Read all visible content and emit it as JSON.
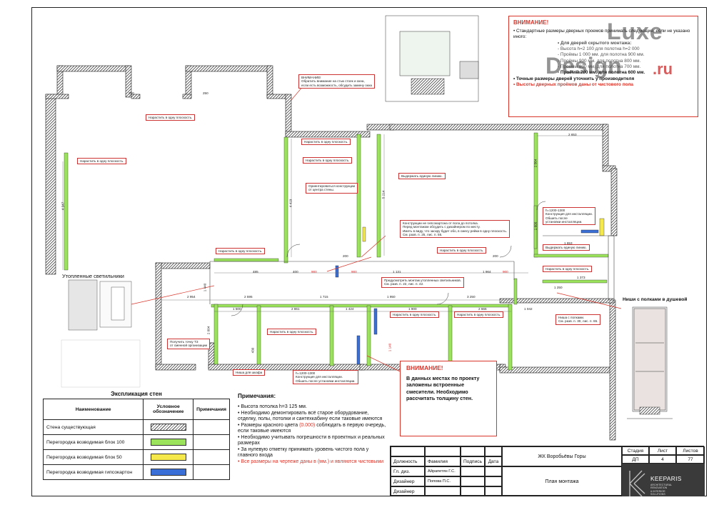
{
  "top_warning": {
    "title": "ВНИМАНИЕ!",
    "items": [
      {
        "text": "• Стандартные размеры дверных проемов принимать следующие, если не указано иного:",
        "style": ""
      },
      {
        "text": "• Для дверей скрытого монтажа:",
        "style": "sub"
      },
      {
        "text": "- Высота h=2 100 для полотна h=2 000",
        "style": "sub"
      },
      {
        "text": "- Проёмы 1 000 мм. для полотна 900 мм.",
        "style": "sub"
      },
      {
        "text": "- Проёмы 900 мм. для полотна 800 мм.",
        "style": "sub"
      },
      {
        "text": "- Проёмы 800 мм. для полотна 700 мм.",
        "style": "sub"
      },
      {
        "text": "- Проёмы 700 мм. для полотна 600 мм.",
        "style": "sub b"
      },
      {
        "text": "• Точные размеры дверей уточнить у производителя",
        "style": "b"
      },
      {
        "text": "• Высоты дверных проёмов даны от чистового пола",
        "style": "red b"
      }
    ]
  },
  "watermark": {
    "line1": "Luxe",
    "line2": "Design",
    "line3": ".ru"
  },
  "mid_warning": {
    "title": "ВНИМАНИЕ!",
    "body": "В данных местах по проекту заложены встроенные смесители. Необходимо рассчитать толщину стен."
  },
  "insets": {
    "lights_title": "Утопленные светильники",
    "niche_title": "Ниши с полками в душевой"
  },
  "plan_notes": [
    {
      "text": "ВНИМАНИЕ!\nОбратить внимание на стык стоек и окна,\nесли есть возможность, обсудить замену окна",
      "key": "n1"
    },
    {
      "text": "Нарастить в одну плоскость.",
      "key": "n2"
    },
    {
      "text": "Нарастить в одну плоскость.",
      "key": "n3"
    },
    {
      "text": "Нарастить в одну плоскость.",
      "key": "n4"
    },
    {
      "text": "Нарастить в одну плоскость.",
      "key": "n5"
    },
    {
      "text": "Выдержать единую линию.",
      "key": "n6"
    },
    {
      "text": "Ориентироваться конструкции\nот центра стены.",
      "key": "n7"
    },
    {
      "text": "Конструкции не гипсокартона от пола до потолка.\nПеред монтажом обсудить с дизайнером по месту.\nИметь в виду, что заскру будет обо, в смесу рейки в одну плоскость.\nСм. разв. п. 25, лис. п. 55.",
      "key": "n8"
    },
    {
      "text": "Нарастить в одну плоскость.",
      "key": "n9"
    },
    {
      "text": "Нарастить в одну плоскость.",
      "key": "n10"
    },
    {
      "text": "Предусмотреть монтаж утопленных светильников.\nСм. разв. п. 22, лис. п. 42.",
      "key": "n11"
    },
    {
      "text": "h=1200-1300\nКонструкция для инсталляции.\nОбшить после\nустановки инсталляции.",
      "key": "n12"
    },
    {
      "text": "Выдержать единую линию.",
      "key": "n13"
    },
    {
      "text": "Нарастить в одну плоскость.",
      "key": "n14"
    },
    {
      "text": "Нарастить в одну плоскость.",
      "key": "n15"
    },
    {
      "text": "Нарастить в одну плоскость.",
      "key": "n16"
    },
    {
      "text": "Нарастить в одну плоскость.",
      "key": "n17"
    },
    {
      "text": "Ниша с полками.\nСм. разв. п. 30, лис. п. 65.",
      "key": "n18"
    },
    {
      "text": "Получить точку ТЗ\nот сменной организации",
      "key": "n19"
    },
    {
      "text": "Ниша для шкафа",
      "key": "n20"
    },
    {
      "text": "h=1200-1300\nКонструкция для инсталляции.\nОбшить после установки инсталляции.",
      "key": "n21"
    }
  ],
  "dimensions": {
    "d250a": "250",
    "d250b": "250",
    "d4347": "4 347",
    "d4419": "4 419",
    "d5214": "5 214",
    "d2653": "2 653",
    "d2564": "2 564",
    "d1600": "1 600",
    "d2954": "2 954",
    "d2595": "2 595",
    "d1715": "1 715",
    "d1950": "1 950",
    "d3250": "3 250",
    "d1500": "1 500",
    "d2861": "2 861",
    "d1424": "1 424",
    "d1900": "1 900",
    "d2666": "2 666",
    "d1042": "1 042",
    "d485": "485",
    "d400": "400",
    "d900a": "900",
    "d900b": "900",
    "d900c": "900",
    "d1131": "1 131",
    "d1964": "1 964",
    "d200a": "200",
    "d200b": "200",
    "d1653": "1 653",
    "d1373": "1 373",
    "d1250": "1 250",
    "d1440": "1 440",
    "d2004": "2 004",
    "d430": "430",
    "d1140": "1 140"
  },
  "legend": {
    "title": "Экспликация стен",
    "headers": [
      "Наименование",
      "Условное обозначение",
      "Примечания"
    ],
    "rows": [
      {
        "name": "Стена существующая",
        "swatch": "hatch"
      },
      {
        "name": "Перегородка возводимая блок 100",
        "swatch": "green"
      },
      {
        "name": "Перегородка возводимая блок 50",
        "swatch": "yellow"
      },
      {
        "name": "Перегородка возводимая гипсокартон",
        "swatch": "blue"
      }
    ]
  },
  "notes": {
    "title": "Примечания:",
    "items": [
      {
        "text": "• Высота потолка h=3 125 мм."
      },
      {
        "text": "• Необходимо демонтировать всё старое оборудование, отделку, полы, потолки и сантехкабину если таковые имеются"
      },
      {
        "text_pre": "• Размеры красного цвета ",
        "text_red": "(0.000)",
        "text_post": " соблюдать в первую очередь, если таковые имеются"
      },
      {
        "text": "• Необходимо учитывать погрешности в проектных и реальных размерах"
      },
      {
        "text": "• За нулевую отметку принимать уровень чистого пола у главного входа"
      },
      {
        "text_red": "• Все размеры на чертеже даны в (мм.) и являются чистовыми"
      }
    ]
  },
  "stamp": {
    "project": "ЖК Воробьёвы Горы",
    "sheet_title": "План монтажа",
    "headers": {
      "dolzhnost": "Должность",
      "familiya": "Фамилия",
      "podpis": "Подпись",
      "data": "Дата",
      "stadiya": "Стадия",
      "list": "Лист",
      "listov": "Листов"
    },
    "stage": "ДП",
    "sheet": "4",
    "sheets": "77",
    "rows": [
      {
        "role": "Гл. диз.",
        "name": "Айрапетян Г.С."
      },
      {
        "role": "Дизайнер",
        "name": "Попова П.С."
      },
      {
        "role": "Дизайнер",
        "name": ""
      }
    ],
    "logo_name": "KEEPARIS",
    "logo_sub": "ARCHITECTURAL\nRENOVATION\n& INTERIOR\nSOLUTIONS"
  },
  "colors": {
    "wall_new": "#9be35a",
    "wall_50": "#f5e84a",
    "gkl": "#3a6fd8",
    "accent_red": "#d9362b"
  }
}
